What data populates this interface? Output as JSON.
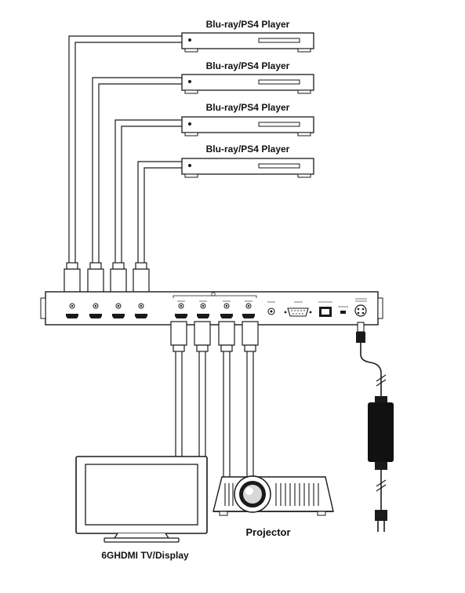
{
  "sources": [
    {
      "label": "Blu-ray/PS4 Player"
    },
    {
      "label": "Blu-ray/PS4 Player"
    },
    {
      "label": "Blu-ray/PS4 Player"
    },
    {
      "label": "Blu-ray/PS4 Player"
    }
  ],
  "destinations": {
    "tv_label": "6GHDMI TV/Display",
    "projector_label": "Projector"
  },
  "colors": {
    "line": "#1a1a1a",
    "background": "#ffffff",
    "adapter": "#111111"
  },
  "icons": [
    "hdmi-connector-icon",
    "power-adapter-icon",
    "ac-plug-icon",
    "rs232-port-icon",
    "rj45-port-icon",
    "usb-port-icon",
    "dc-power-jack-icon"
  ]
}
